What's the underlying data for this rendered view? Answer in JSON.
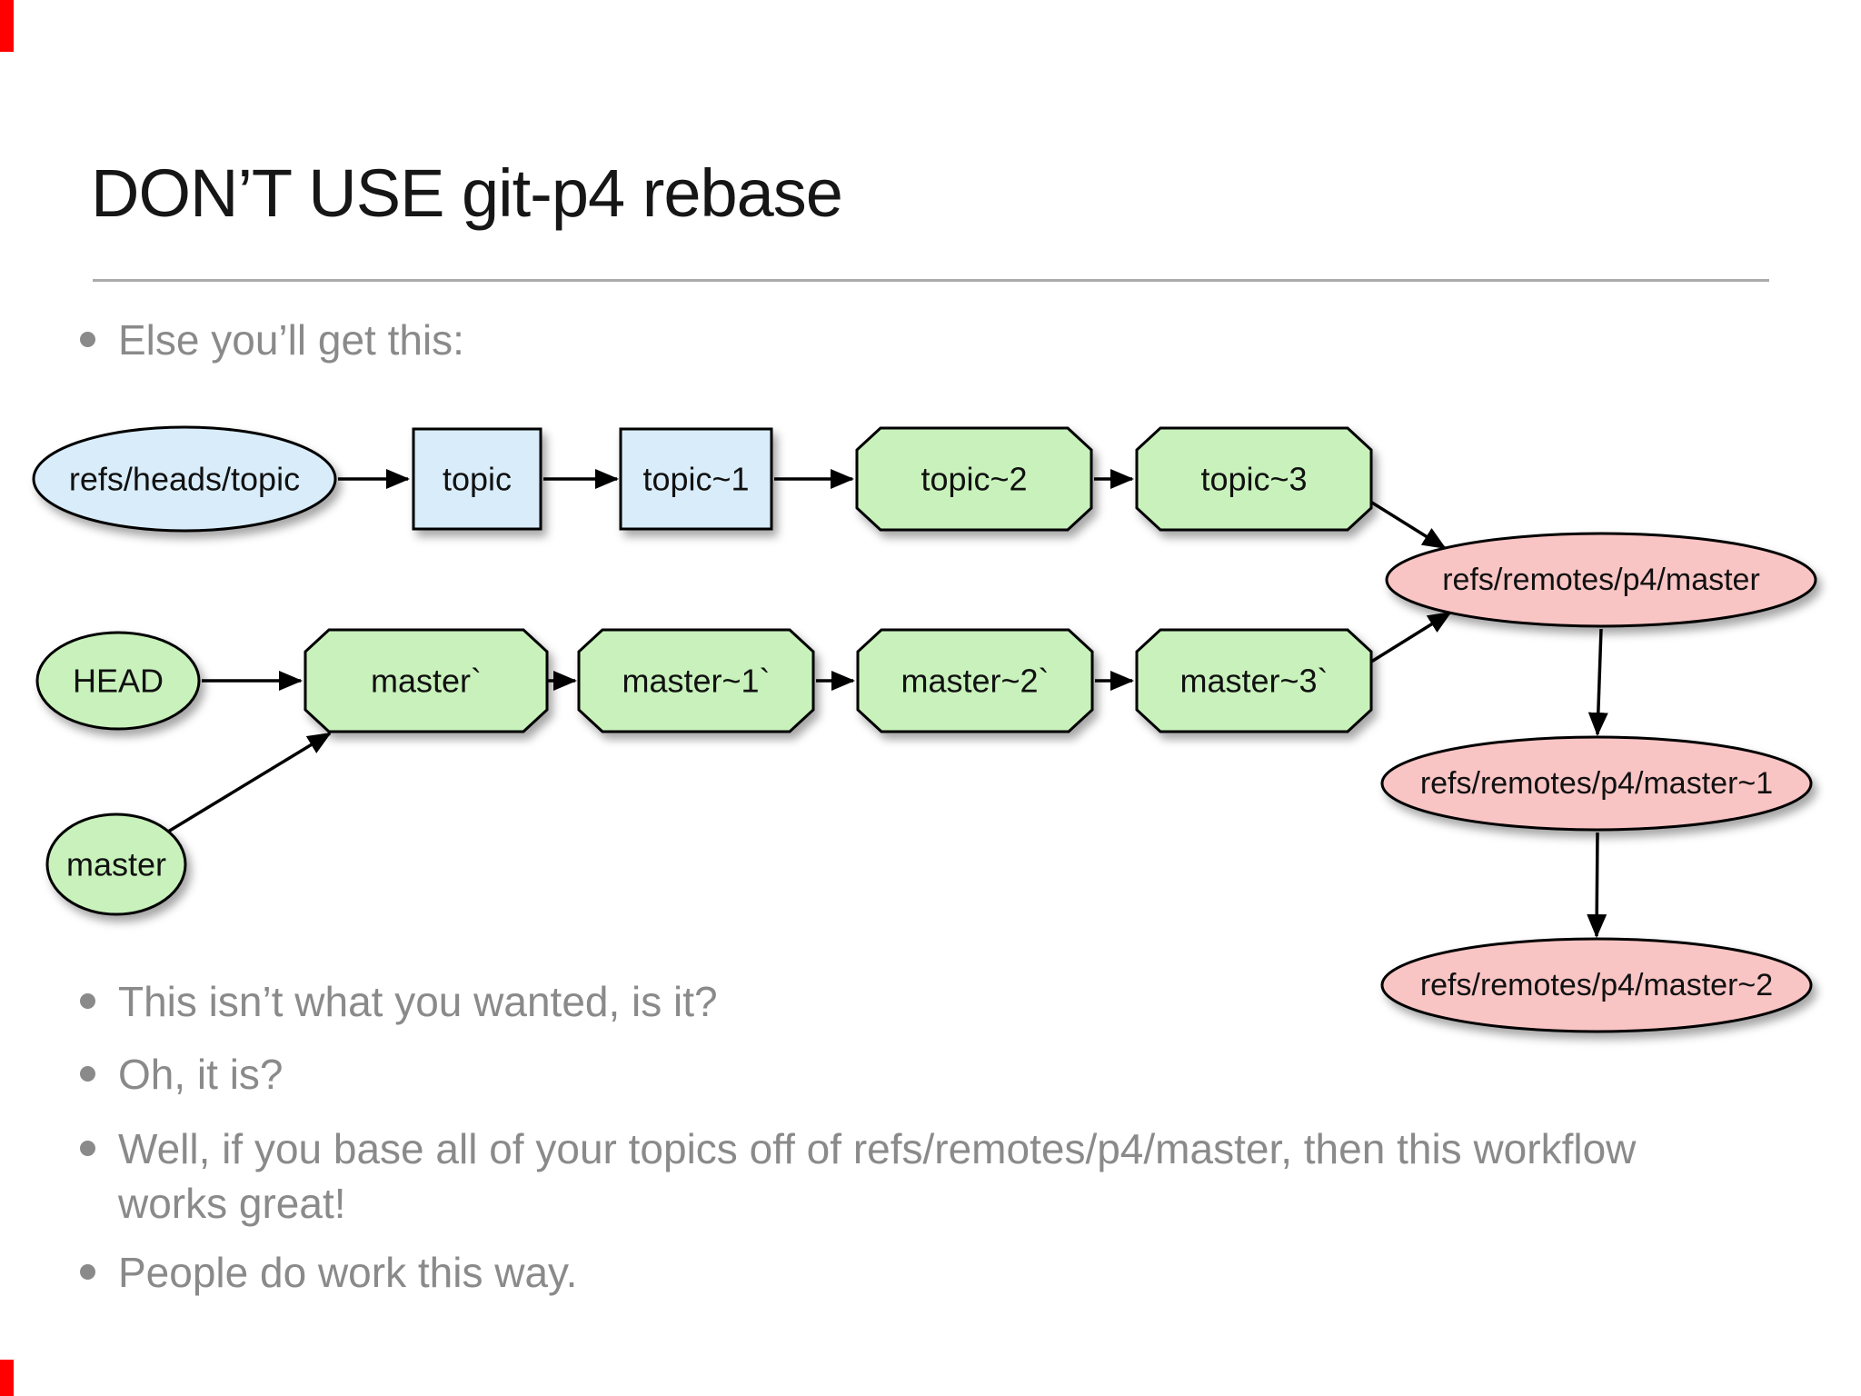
{
  "slide": {
    "title": "DON’T USE git-p4 rebase",
    "intro_bullet": "Else you’ll get this:",
    "bullets": [
      "This isn’t what you wanted, is it?",
      "Oh, it is?",
      "Well, if you base all of your topics off of refs/remotes/p4/master, then this workflow works great!",
      "People do work this way."
    ]
  },
  "diagram": {
    "nodes": {
      "refs_heads_topic": {
        "label": "refs/heads/topic",
        "shape": "ellipse",
        "color": "#d9ecfa"
      },
      "topic": {
        "label": "topic",
        "shape": "box",
        "color": "#d9ecfa"
      },
      "topic1": {
        "label": "topic~1",
        "shape": "box",
        "color": "#d9ecfa"
      },
      "topic2": {
        "label": "topic~2",
        "shape": "octagon",
        "color": "#c8f1bb"
      },
      "topic3": {
        "label": "topic~3",
        "shape": "octagon",
        "color": "#c8f1bb"
      },
      "head": {
        "label": "HEAD",
        "shape": "ellipse",
        "color": "#c8f1bb"
      },
      "master_prime": {
        "label": "master`",
        "shape": "octagon",
        "color": "#c8f1bb"
      },
      "master1_prime": {
        "label": "master~1`",
        "shape": "octagon",
        "color": "#c8f1bb"
      },
      "master2_prime": {
        "label": "master~2`",
        "shape": "octagon",
        "color": "#c8f1bb"
      },
      "master3_prime": {
        "label": "master~3`",
        "shape": "octagon",
        "color": "#c8f1bb"
      },
      "master": {
        "label": "master",
        "shape": "ellipse",
        "color": "#c8f1bb"
      },
      "p4_master": {
        "label": "refs/remotes/p4/master",
        "shape": "ellipse",
        "color": "#f9c4c4"
      },
      "p4_master1": {
        "label": "refs/remotes/p4/master~1",
        "shape": "ellipse",
        "color": "#f9c4c4"
      },
      "p4_master2": {
        "label": "refs/remotes/p4/master~2",
        "shape": "ellipse",
        "color": "#f9c4c4"
      }
    }
  },
  "colors": {
    "node_blue": "#d9ecfa",
    "node_green": "#c8f1bb",
    "node_pink": "#f9c4c4",
    "node_border": "#000000",
    "bullet_gray": "#8a8a8a",
    "rule_gray": "#ababab",
    "corner_red": "#fe0000"
  }
}
